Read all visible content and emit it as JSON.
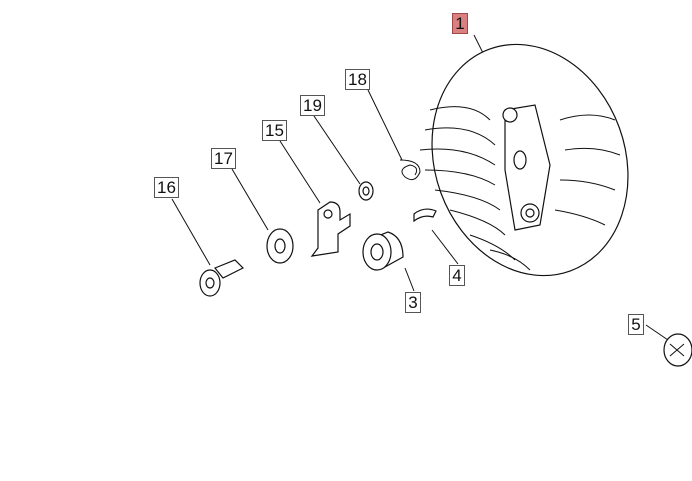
{
  "diagram": {
    "callouts": [
      {
        "number": "1",
        "highlighted": true
      },
      {
        "number": "18",
        "highlighted": false
      },
      {
        "number": "19",
        "highlighted": false
      },
      {
        "number": "15",
        "highlighted": false
      },
      {
        "number": "17",
        "highlighted": false
      },
      {
        "number": "16",
        "highlighted": false
      },
      {
        "number": "3",
        "highlighted": false
      },
      {
        "number": "4",
        "highlighted": false
      },
      {
        "number": "5",
        "highlighted": false
      }
    ],
    "highlight_color": "#d98080"
  }
}
